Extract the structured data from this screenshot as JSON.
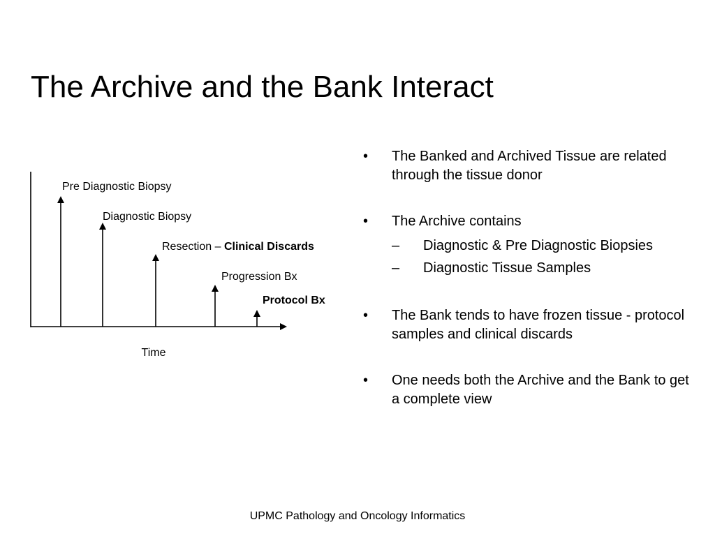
{
  "slide": {
    "title": "The Archive and the Bank Interact",
    "footer": "UPMC Pathology and Oncology Informatics"
  },
  "timeline": {
    "axis_label": "Time",
    "events": [
      {
        "label": "Pre Diagnostic Biopsy"
      },
      {
        "label": "Diagnostic Biopsy"
      },
      {
        "label_prefix": "Resection – ",
        "label_bold": "Clinical Discards"
      },
      {
        "label": "Progression Bx"
      },
      {
        "label_bold": "Protocol Bx"
      }
    ]
  },
  "bullets": [
    {
      "marker": "•",
      "text": "The Banked and Archived Tissue are related through the tissue donor"
    },
    {
      "marker": "•",
      "text": "The Archive contains",
      "sub": [
        {
          "marker": "–",
          "text": "Diagnostic & Pre Diagnostic Biopsies"
        },
        {
          "marker": "–",
          "text": "Diagnostic Tissue Samples"
        }
      ]
    },
    {
      "marker": "•",
      "text": "The Bank tends to have frozen tissue - protocol samples and clinical discards"
    },
    {
      "marker": "•",
      "text": "One needs both the Archive and the Bank to get a complete view"
    }
  ]
}
